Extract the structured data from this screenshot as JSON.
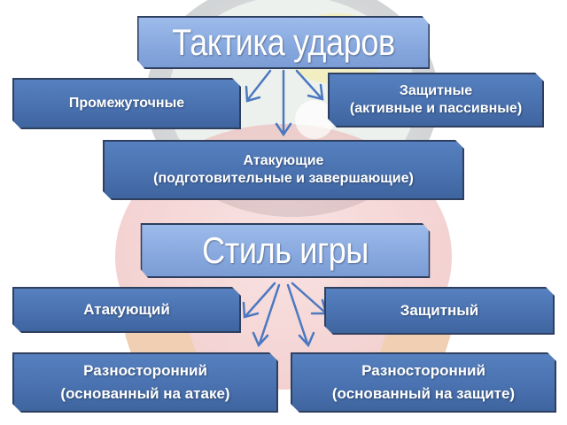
{
  "title_top": "Тактика ударов",
  "tactics": {
    "intermediate": "Промежуточные",
    "defensive_line1": "Защитные",
    "defensive_line2": "(активные и пассивные)",
    "attacking_line1": "Атакующие",
    "attacking_line2": "(подготовительные и завершающие)"
  },
  "title_bottom": "Стиль игры",
  "styles": {
    "attacking": "Атакующий",
    "defensive": "Защитный",
    "allround_attack_line1": "Разносторонний",
    "allround_attack_line2": "(основанный на атаке)",
    "allround_defense_line1": "Разносторонний",
    "allround_defense_line2": "(основанный на защите)"
  },
  "colors": {
    "box_dark": "#4a72b0",
    "box_light": "#87a8df",
    "arrow": "#4b78c0"
  }
}
